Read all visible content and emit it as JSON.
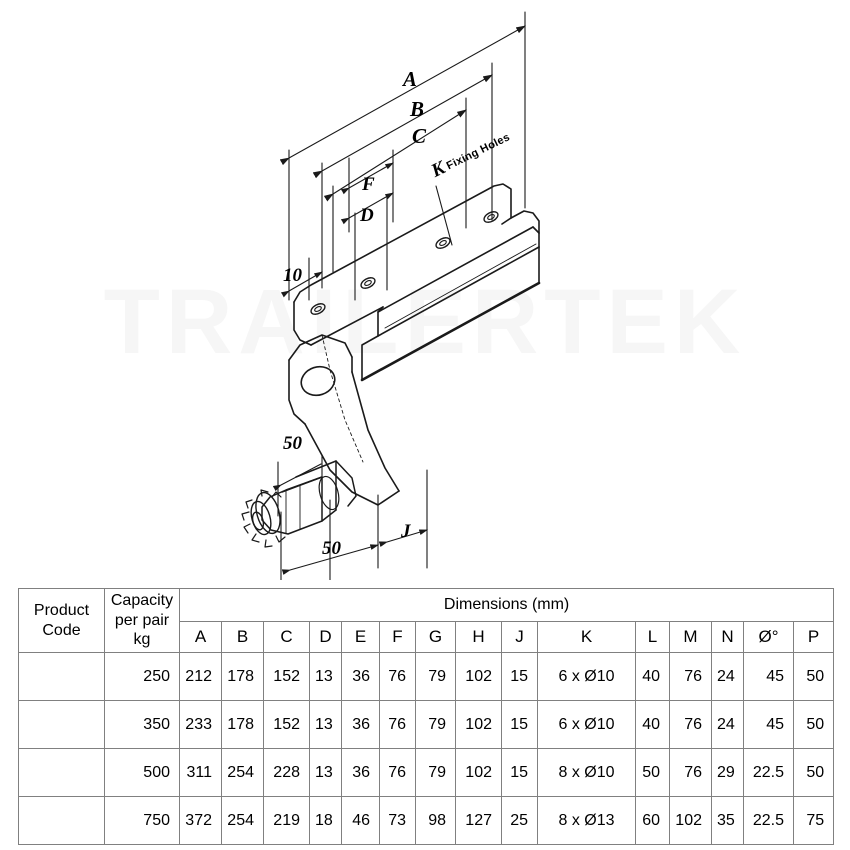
{
  "watermark": {
    "text": "TRAILERTEK"
  },
  "drawing": {
    "title": "Trailer suspension unit isometric dimension drawing",
    "labels": {
      "a": "A",
      "b": "B",
      "c": "C",
      "d": "D",
      "f": "F",
      "j": "J",
      "ten": "10",
      "fifty_upper": "50",
      "fifty_lower": "50"
    },
    "fixing_holes_note": {
      "letter": "K",
      "text": "Fixing Holes"
    }
  },
  "table": {
    "headers": {
      "product_code": "Product\nCode",
      "product_code_line1": "Product",
      "product_code_line2": "Code",
      "capacity_line1": "Capacity",
      "capacity_line2": "per pair",
      "capacity_line3": "kg",
      "dimensions": "Dimensions (mm)",
      "columns": [
        "A",
        "B",
        "C",
        "D",
        "E",
        "F",
        "G",
        "H",
        "J",
        "K",
        "L",
        "M",
        "N",
        "Ø°",
        "P"
      ]
    },
    "rows": [
      {
        "product_code": "",
        "capacity": "250",
        "values": [
          "212",
          "178",
          "152",
          "13",
          "36",
          "76",
          "79",
          "102",
          "15",
          "6 x Ø10",
          "40",
          "76",
          "24",
          "45",
          "50"
        ]
      },
      {
        "product_code": "",
        "capacity": "350",
        "values": [
          "233",
          "178",
          "152",
          "13",
          "36",
          "76",
          "79",
          "102",
          "15",
          "6 x Ø10",
          "40",
          "76",
          "24",
          "45",
          "50"
        ]
      },
      {
        "product_code": "",
        "capacity": "500",
        "values": [
          "311",
          "254",
          "228",
          "13",
          "36",
          "76",
          "79",
          "102",
          "15",
          "8 x Ø10",
          "50",
          "76",
          "29",
          "22.5",
          "50"
        ]
      },
      {
        "product_code": "",
        "capacity": "750",
        "values": [
          "372",
          "254",
          "219",
          "18",
          "46",
          "73",
          "98",
          "127",
          "25",
          "8 x Ø13",
          "60",
          "102",
          "35",
          "22.5",
          "75"
        ]
      }
    ]
  },
  "colors": {
    "line": "#1a1a1a",
    "table_border": "#808080",
    "watermark": "#f6f6f6",
    "background": "#ffffff"
  }
}
